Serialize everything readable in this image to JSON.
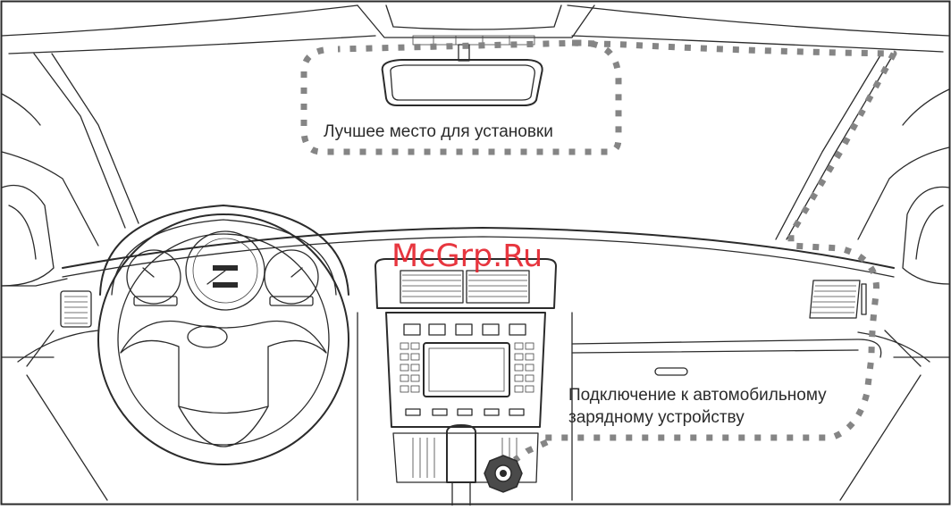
{
  "labels": {
    "mount_area": "Лучшее место для установки",
    "charger_line1": "Подключение к автомобильному",
    "charger_line2": "зарядному устройству"
  },
  "watermark": "McGrp.Ru",
  "colors": {
    "line": "#2b2b2b",
    "dash": "#858585",
    "watermark": "#e4202a",
    "background": "#ffffff"
  },
  "icons": [
    "rear-view-mirror-icon",
    "steering-wheel-icon",
    "car-charger-socket-icon"
  ]
}
